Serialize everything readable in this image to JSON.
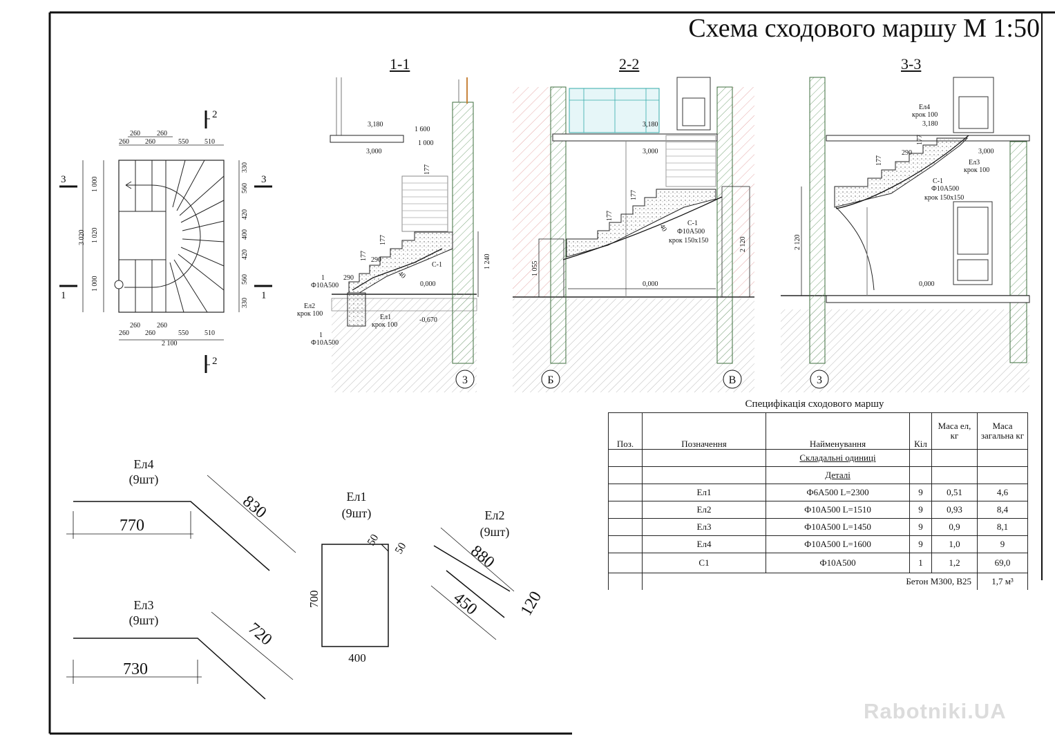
{
  "title": "Схема сходового маршу М 1:50",
  "sections": {
    "s1": "1-1",
    "s2": "2-2",
    "s3": "3-3"
  },
  "plan": {
    "cut_marks": [
      "2",
      "3",
      "3",
      "1",
      "1",
      "2"
    ],
    "top_dims_row1": [
      "260",
      "260"
    ],
    "top_dims_row2": [
      "260",
      "260",
      "550",
      "510"
    ],
    "bottom_dims_row1": [
      "260",
      "260"
    ],
    "bottom_dims_row2": [
      "260",
      "260",
      "550",
      "510"
    ],
    "overall_width": "2 100",
    "left_dims": [
      "3 020",
      "1 000",
      "1 020",
      "1 000"
    ],
    "right_dims": [
      "330",
      "560",
      "420",
      "400",
      "420",
      "560",
      "330"
    ]
  },
  "section1": {
    "levels": [
      "3,180",
      "3,000",
      "0,000",
      "-0,670"
    ],
    "dims": [
      "1 600",
      "1 000",
      "177",
      "177",
      "177",
      "290",
      "290",
      "40",
      "1 240"
    ],
    "labels": [
      "С-1",
      "1",
      "Ф10А500",
      "Ел2",
      "крок 100",
      "Ел1",
      "крок 100",
      "1",
      "Ф10А500"
    ],
    "axis": "3"
  },
  "section2": {
    "levels": [
      "3,180",
      "3,000",
      "0,000"
    ],
    "dims": [
      "177",
      "177",
      "40",
      "1 055",
      "2 120"
    ],
    "labels": [
      "С-1",
      "Ф10А500",
      "крок  150х150"
    ],
    "axes": [
      "Б",
      "В"
    ]
  },
  "section3": {
    "levels": [
      "3,180",
      "3,000",
      "0,000"
    ],
    "dims": [
      "290",
      "177",
      "177",
      "2 120"
    ],
    "labels": [
      "Ел4",
      "крок 100",
      "Ел3",
      "крок 100",
      "С-1",
      "Ф10А500",
      "крок   150х150"
    ],
    "axis": "3"
  },
  "rebar": {
    "el4": {
      "name": "Ел4",
      "qty": "(9шт)",
      "dim_a": "770",
      "dim_b": "830"
    },
    "el3": {
      "name": "Ел3",
      "qty": "(9шт)",
      "dim_a": "730",
      "dim_b": "720"
    },
    "el1": {
      "name": "Ел1",
      "qty": "(9шт)",
      "dim_h": "700",
      "dim_w": "400",
      "hook_a": "50",
      "hook_b": "50"
    },
    "el2": {
      "name": "Ел2",
      "qty": "(9шт)",
      "dim_a": "880",
      "dim_b": "450",
      "dim_c": "120"
    }
  },
  "spec": {
    "title": "Специфікація сходового маршу",
    "headers": {
      "pos": "Поз.",
      "designation": "Позначення",
      "name": "Найменування",
      "qty": "Кіл",
      "mass_unit": "Маса ел, кг",
      "mass_total": "Маса загальна кг"
    },
    "group1": "Складальні одиниці",
    "group2": "Деталі",
    "rows": [
      {
        "pos": "",
        "designation": "Ел1",
        "name": "Ф6А500  L=2300",
        "qty": "9",
        "mass_unit": "0,51",
        "mass_total": "4,6"
      },
      {
        "pos": "",
        "designation": "Ел2",
        "name": "Ф10А500  L=1510",
        "qty": "9",
        "mass_unit": "0,93",
        "mass_total": "8,4"
      },
      {
        "pos": "",
        "designation": "Ел3",
        "name": "Ф10А500  L=1450",
        "qty": "9",
        "mass_unit": "0,9",
        "mass_total": "8,1"
      },
      {
        "pos": "",
        "designation": "Ел4",
        "name": "Ф10А500  L=1600",
        "qty": "9",
        "mass_unit": "1,0",
        "mass_total": "9"
      },
      {
        "pos": "",
        "designation": "С1",
        "name": "Ф10А500",
        "qty": "1",
        "mass_unit": "1,2",
        "mass_total": "69,0"
      }
    ],
    "concrete_label": "Бетон М300, В25",
    "concrete_value": "1,7 м³"
  },
  "watermark": "Rabotniki.UA"
}
